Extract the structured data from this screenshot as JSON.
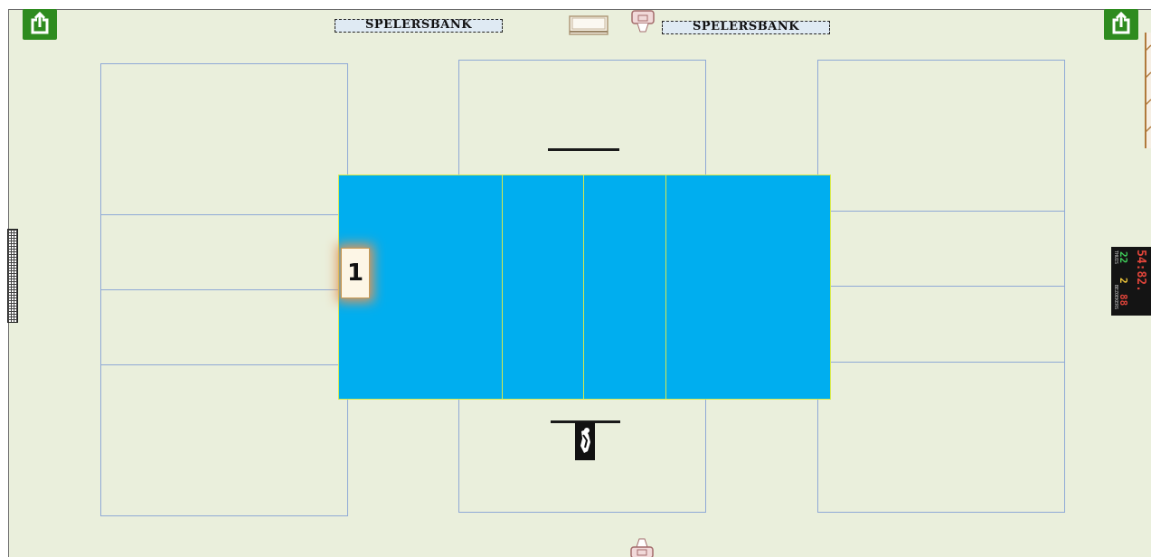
{
  "toolbar": {
    "export_left_icon": "share-icon",
    "export_right_icon": "share-icon"
  },
  "benches": [
    {
      "label": "SPELERSBANK"
    },
    {
      "label": "SPELERSBANK"
    }
  ],
  "player": {
    "number": "1"
  },
  "scoreboard": {
    "time": "54:82.",
    "score_home": "22",
    "score_guest": "88",
    "period": "2",
    "home_label": "THUIS",
    "guest_label": "BEZOEKERS"
  },
  "icons": {
    "hoop_top": "basketball-hoop-icon",
    "hoop_bottom": "basketball-hoop-icon",
    "table": "scorers-table-icon",
    "goal": "handball-goal-icon",
    "referee": "referee-icon",
    "ladder": "climbing-wall-icon"
  },
  "colors": {
    "hall_floor": "#eaefdc",
    "court_lines": "#8fa9d6",
    "volleyball_court": "#00aeef",
    "volleyball_lines": "#d7e94a",
    "export_button": "#2e8b1f"
  }
}
